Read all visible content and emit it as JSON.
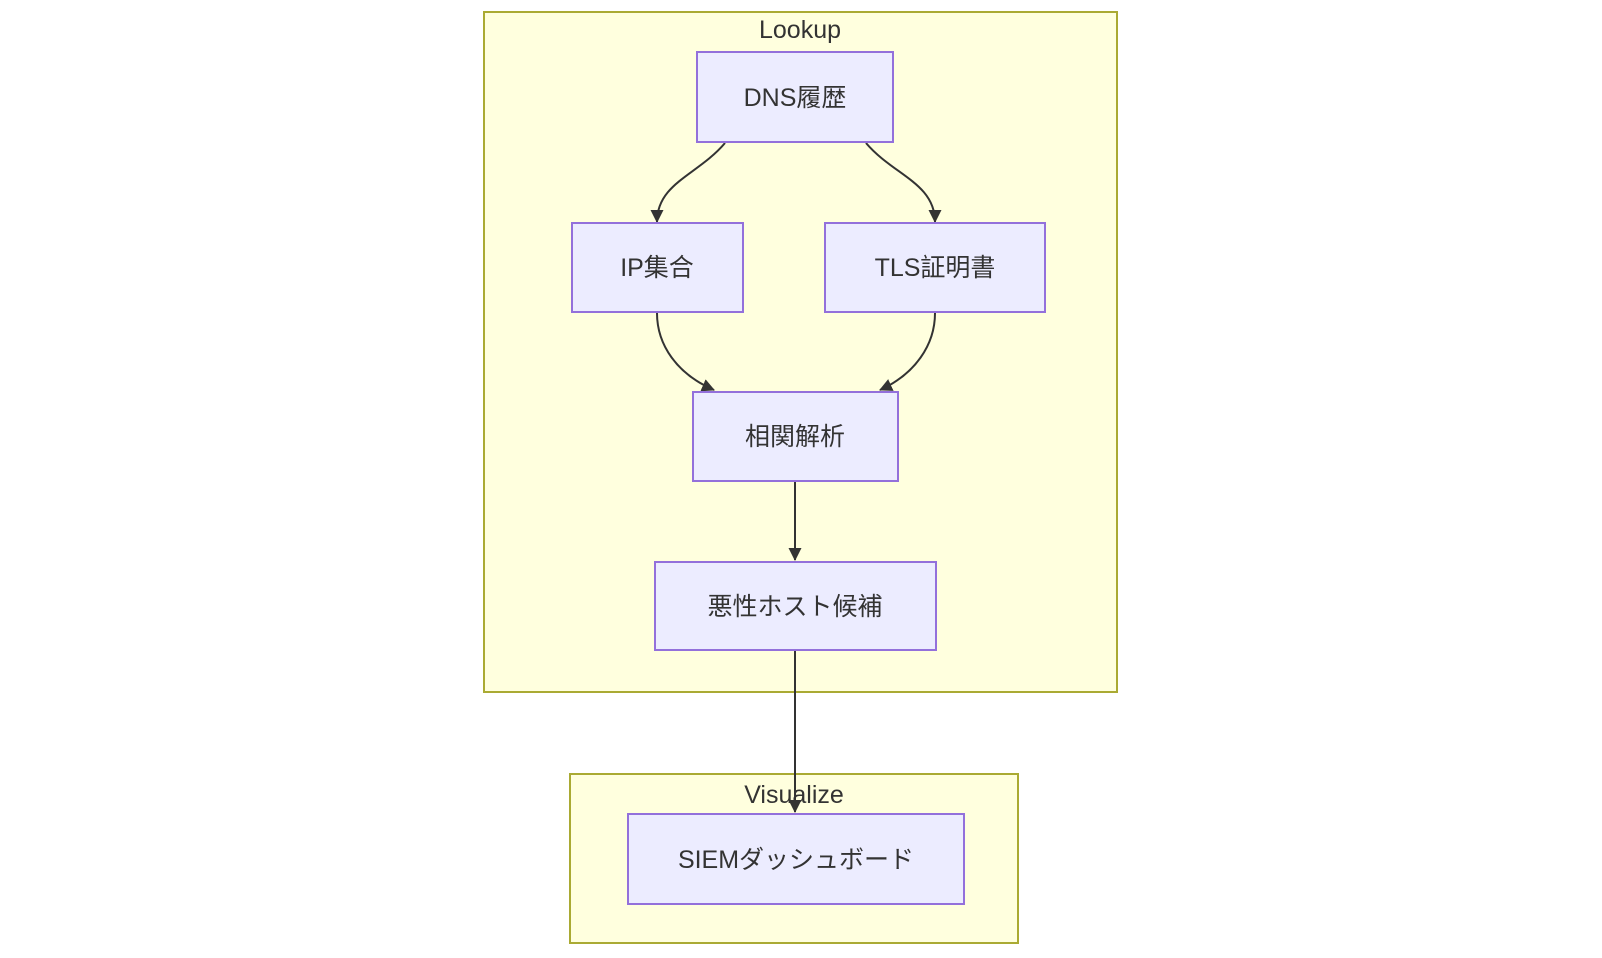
{
  "diagram": {
    "type": "flowchart",
    "direction": "top-down",
    "clusters": [
      {
        "id": "lookup",
        "label": "Lookup"
      },
      {
        "id": "visualize",
        "label": "Visualize"
      }
    ],
    "nodes": [
      {
        "id": "dns-history",
        "label": "DNS履歴",
        "cluster": "Lookup"
      },
      {
        "id": "ip-set",
        "label": "IP集合",
        "cluster": "Lookup"
      },
      {
        "id": "tls-cert",
        "label": "TLS証明書",
        "cluster": "Lookup"
      },
      {
        "id": "correlation-analysis",
        "label": "相関解析",
        "cluster": "Lookup"
      },
      {
        "id": "malicious-host-candidates",
        "label": "悪性ホスト候補",
        "cluster": "Lookup"
      },
      {
        "id": "siem-dashboard",
        "label": "SIEMダッシュボード",
        "cluster": "Visualize"
      }
    ],
    "edges": [
      {
        "from": "DNS履歴",
        "to": "IP集合"
      },
      {
        "from": "DNS履歴",
        "to": "TLS証明書"
      },
      {
        "from": "IP集合",
        "to": "相関解析"
      },
      {
        "from": "TLS証明書",
        "to": "相関解析"
      },
      {
        "from": "相関解析",
        "to": "悪性ホスト候補"
      },
      {
        "from": "悪性ホスト候補",
        "to": "SIEMダッシュボード"
      }
    ],
    "colors": {
      "node_fill": "#ECECFF",
      "node_border": "#9370DB",
      "cluster_fill": "#FFFFDE",
      "cluster_border": "#AAAA33",
      "edge": "#333333",
      "text": "#333333",
      "background": "#FFFFFF"
    }
  }
}
